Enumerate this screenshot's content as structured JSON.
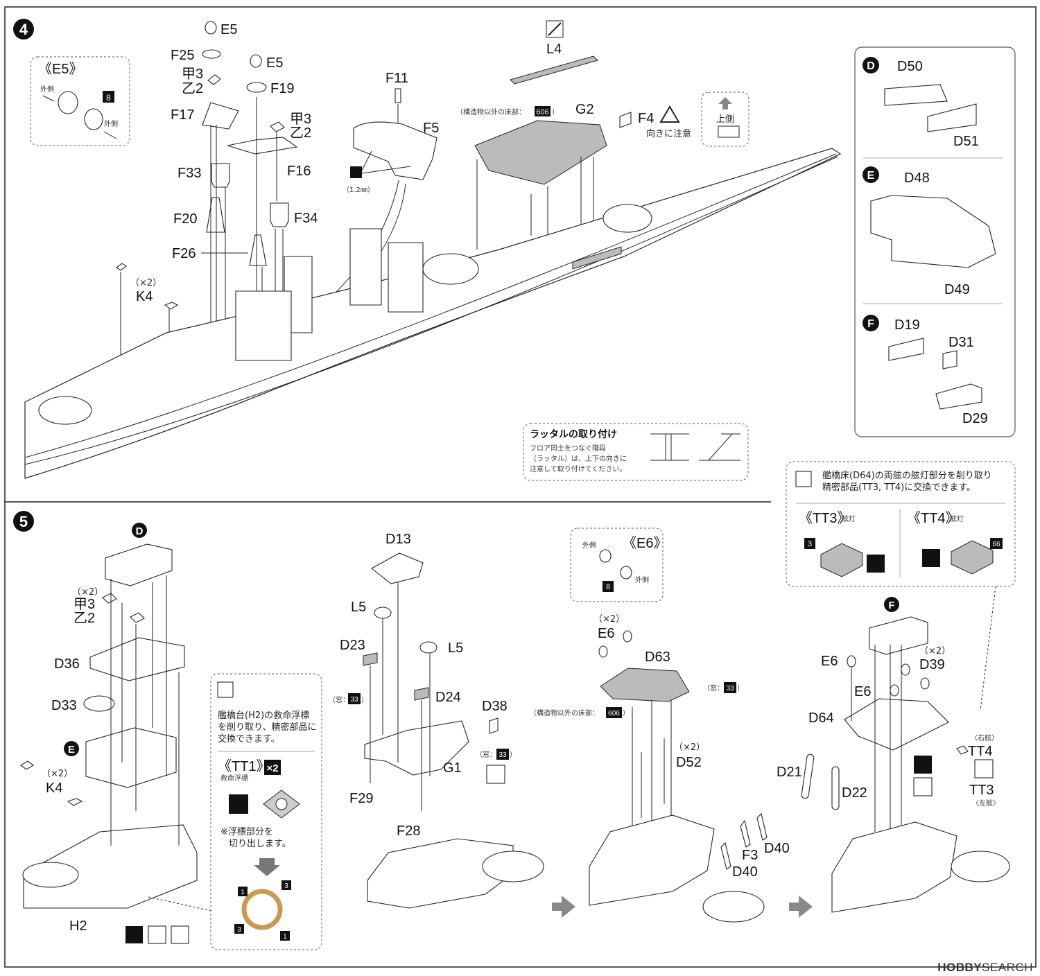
{
  "steps": {
    "s4": "4",
    "s5": "5"
  },
  "badges": {
    "D": "D",
    "E": "E",
    "F": "F"
  },
  "step4": {
    "inset_e5": {
      "title": "《E5》",
      "out1": "外側",
      "out2": "外側",
      "num": "8"
    },
    "parts": {
      "E5a": "E5",
      "F25": "F25",
      "ko3a": "甲3",
      "otsu2a": "乙2",
      "F17": "F17",
      "E5b": "E5",
      "F19": "F19",
      "ko3b": "甲3",
      "otsu2b": "乙2",
      "F16": "F16",
      "F33": "F33",
      "F20": "F20",
      "F34": "F34",
      "F26": "F26",
      "K4": "K4",
      "x2": "（×2）",
      "F11": "F11",
      "F5": "F5",
      "drill": "（1.2㎜）",
      "L4": "L4",
      "G2": "G2",
      "F4": "F4",
      "floor_note": "（構造物以外の床部：",
      "floor_num": "606",
      "floor_close": "）",
      "caution": "向きに注意",
      "up": "上側"
    },
    "ladder": {
      "title": "ラッタルの取り付け",
      "l1": "フロア同士をつなぐ階段",
      "l2": "（ラッタル）は、上下の向きに",
      "l3": "注意して取り付けてください。"
    },
    "right": {
      "D50": "D50",
      "D51": "D51",
      "D48": "D48",
      "D49": "D49",
      "D19": "D19",
      "D31": "D31",
      "D29": "D29"
    }
  },
  "step5": {
    "g1": {
      "D36": "D36",
      "x2": "（×2）",
      "ko3": "甲3",
      "otsu2": "乙2",
      "D33": "D33",
      "K4x2": "（×2）",
      "K4": "K4",
      "H2": "H2"
    },
    "tt1": {
      "l1": "艦橋台(H2)の救命浮標",
      "l2": "を削り取り、精密部品に",
      "l3": "交換できます。",
      "title": "《TT1》",
      "times": "×2",
      "sub": "救命浮標",
      "note1": "※浮標部分を",
      "note2": "切り出します。",
      "n1": "1",
      "n3": "3",
      "n3b": "3",
      "n1b": "1"
    },
    "g2": {
      "D13": "D13",
      "L5a": "L5",
      "L5b": "L5",
      "D23": "D23",
      "D24": "D24",
      "D38": "D38",
      "win": "（窓：",
      "win_num": "33",
      "win_close": "）",
      "G1": "G1",
      "F29": "F29",
      "F28": "F28"
    },
    "e6": {
      "title": "《E6》",
      "out1": "外側",
      "out2": "外側",
      "num": "8"
    },
    "g3": {
      "x2": "（×2）",
      "E6": "E6",
      "D63": "D63",
      "floor": "（構造物以外の床部：",
      "floor_num": "606",
      "floor_close": "）",
      "D52x2": "（×2）",
      "D52": "D52",
      "F3": "F3",
      "D40a": "D40",
      "D40b": "D40"
    },
    "tt34": {
      "l1": "艦橋床(D64)の両舷の舷灯部分を削り取り",
      "l2": "精密部品(TT3, TT4)に交換できます。",
      "tt3": "《TT3》",
      "tt3s": "舷灯",
      "tt4": "《TT4》",
      "tt4s": "舷灯",
      "n3": "3",
      "n66": "66"
    },
    "g4": {
      "E6a": "E6",
      "E6b": "E6",
      "D39x2": "（×2）",
      "D39": "D39",
      "D64": "D64",
      "D21": "D21",
      "D22": "D22",
      "TT4": "TT4",
      "TT4s": "〈右舷〉",
      "TT3": "TT3",
      "TT3s": "〈左舷〉"
    }
  },
  "watermark": {
    "brand": "HOBBY",
    "rest": "SEARCH"
  }
}
